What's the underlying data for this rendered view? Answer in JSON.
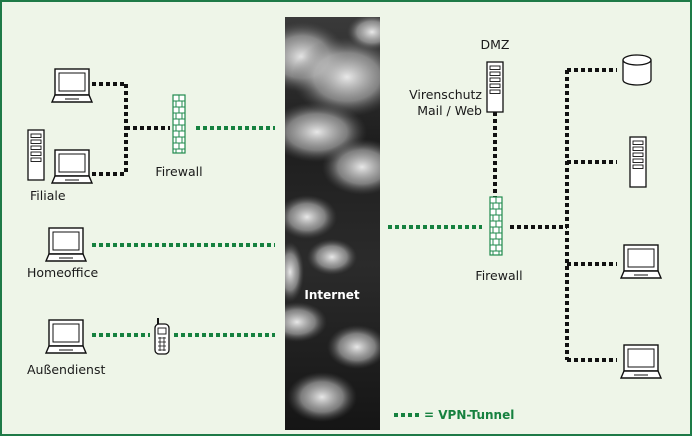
{
  "labels": {
    "filiale": "Filiale",
    "firewall_left": "Firewall",
    "homeoffice": "Homeoffice",
    "aussendienst": "Außendienst",
    "internet": "Internet",
    "dmz": "DMZ",
    "virenschutz": "Virenschutz",
    "mail_web": "Mail / Web",
    "firewall_right": "Firewall",
    "legend": "= VPN-Tunnel"
  },
  "colors": {
    "vpn_tunnel": "#16813f",
    "local_link": "#111111",
    "border": "#1e7a47",
    "background": "#eef5e8",
    "firewall": "#1f8a4c",
    "legend_text": "#16813f"
  },
  "icons": [
    "laptop-icon",
    "server-tower-icon",
    "firewall-icon",
    "mobile-phone-icon",
    "database-icon",
    "cloud-internet-icon"
  ]
}
